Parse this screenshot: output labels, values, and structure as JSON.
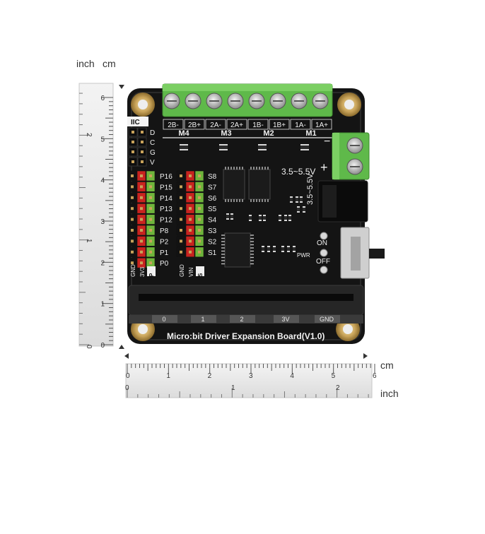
{
  "image": {
    "board_title": "Micro:bit Driver Expansion Board(V1.0)",
    "units": {
      "inch": "inch",
      "cm": "cm"
    },
    "vertical_ruler": {
      "cm_ticks": [
        "6",
        "5",
        "4",
        "3",
        "2",
        "1",
        "0"
      ],
      "inch_ticks": [
        "2",
        "1",
        "0"
      ]
    },
    "horizontal_ruler": {
      "cm_ticks": [
        "0",
        "1",
        "2",
        "3",
        "4",
        "5",
        "6"
      ],
      "inch_ticks": [
        "0",
        "1",
        "2"
      ]
    },
    "motor_terminals": [
      "2B-",
      "2B+",
      "2A-",
      "2A+",
      "1B-",
      "1B+",
      "1A-",
      "1A+"
    ],
    "motor_groups": [
      "M4",
      "M3",
      "M2",
      "M1"
    ],
    "iic": {
      "title": "IIC",
      "pins": [
        "D",
        "C",
        "G",
        "V"
      ]
    },
    "pin_labels_p": [
      "P16",
      "P15",
      "P14",
      "P13",
      "P12",
      "P8",
      "P2",
      "P1",
      "P0"
    ],
    "pin_labels_s": [
      "S8",
      "S7",
      "S6",
      "S5",
      "S4",
      "S3",
      "S2",
      "S1"
    ],
    "bottom_labels_left": [
      "GND",
      "3V3",
      "P"
    ],
    "bottom_labels_mid": [
      "GND",
      "VIN",
      "S"
    ],
    "power": {
      "voltage_horizontal": "3.5~5.5V",
      "voltage_vertical": "3.5~5.5V",
      "minus": "−",
      "plus": "+"
    },
    "switch": {
      "on": "ON",
      "off": "OFF",
      "pwr": "PWR"
    },
    "edge_labels": [
      "0",
      "1",
      "2",
      "3V",
      "GND"
    ],
    "colors": {
      "board": "#141414",
      "terminal": "#5fb94a",
      "header_red": "#c8231f",
      "header_green": "#6fb43b",
      "gold": "#c9a45a"
    }
  }
}
